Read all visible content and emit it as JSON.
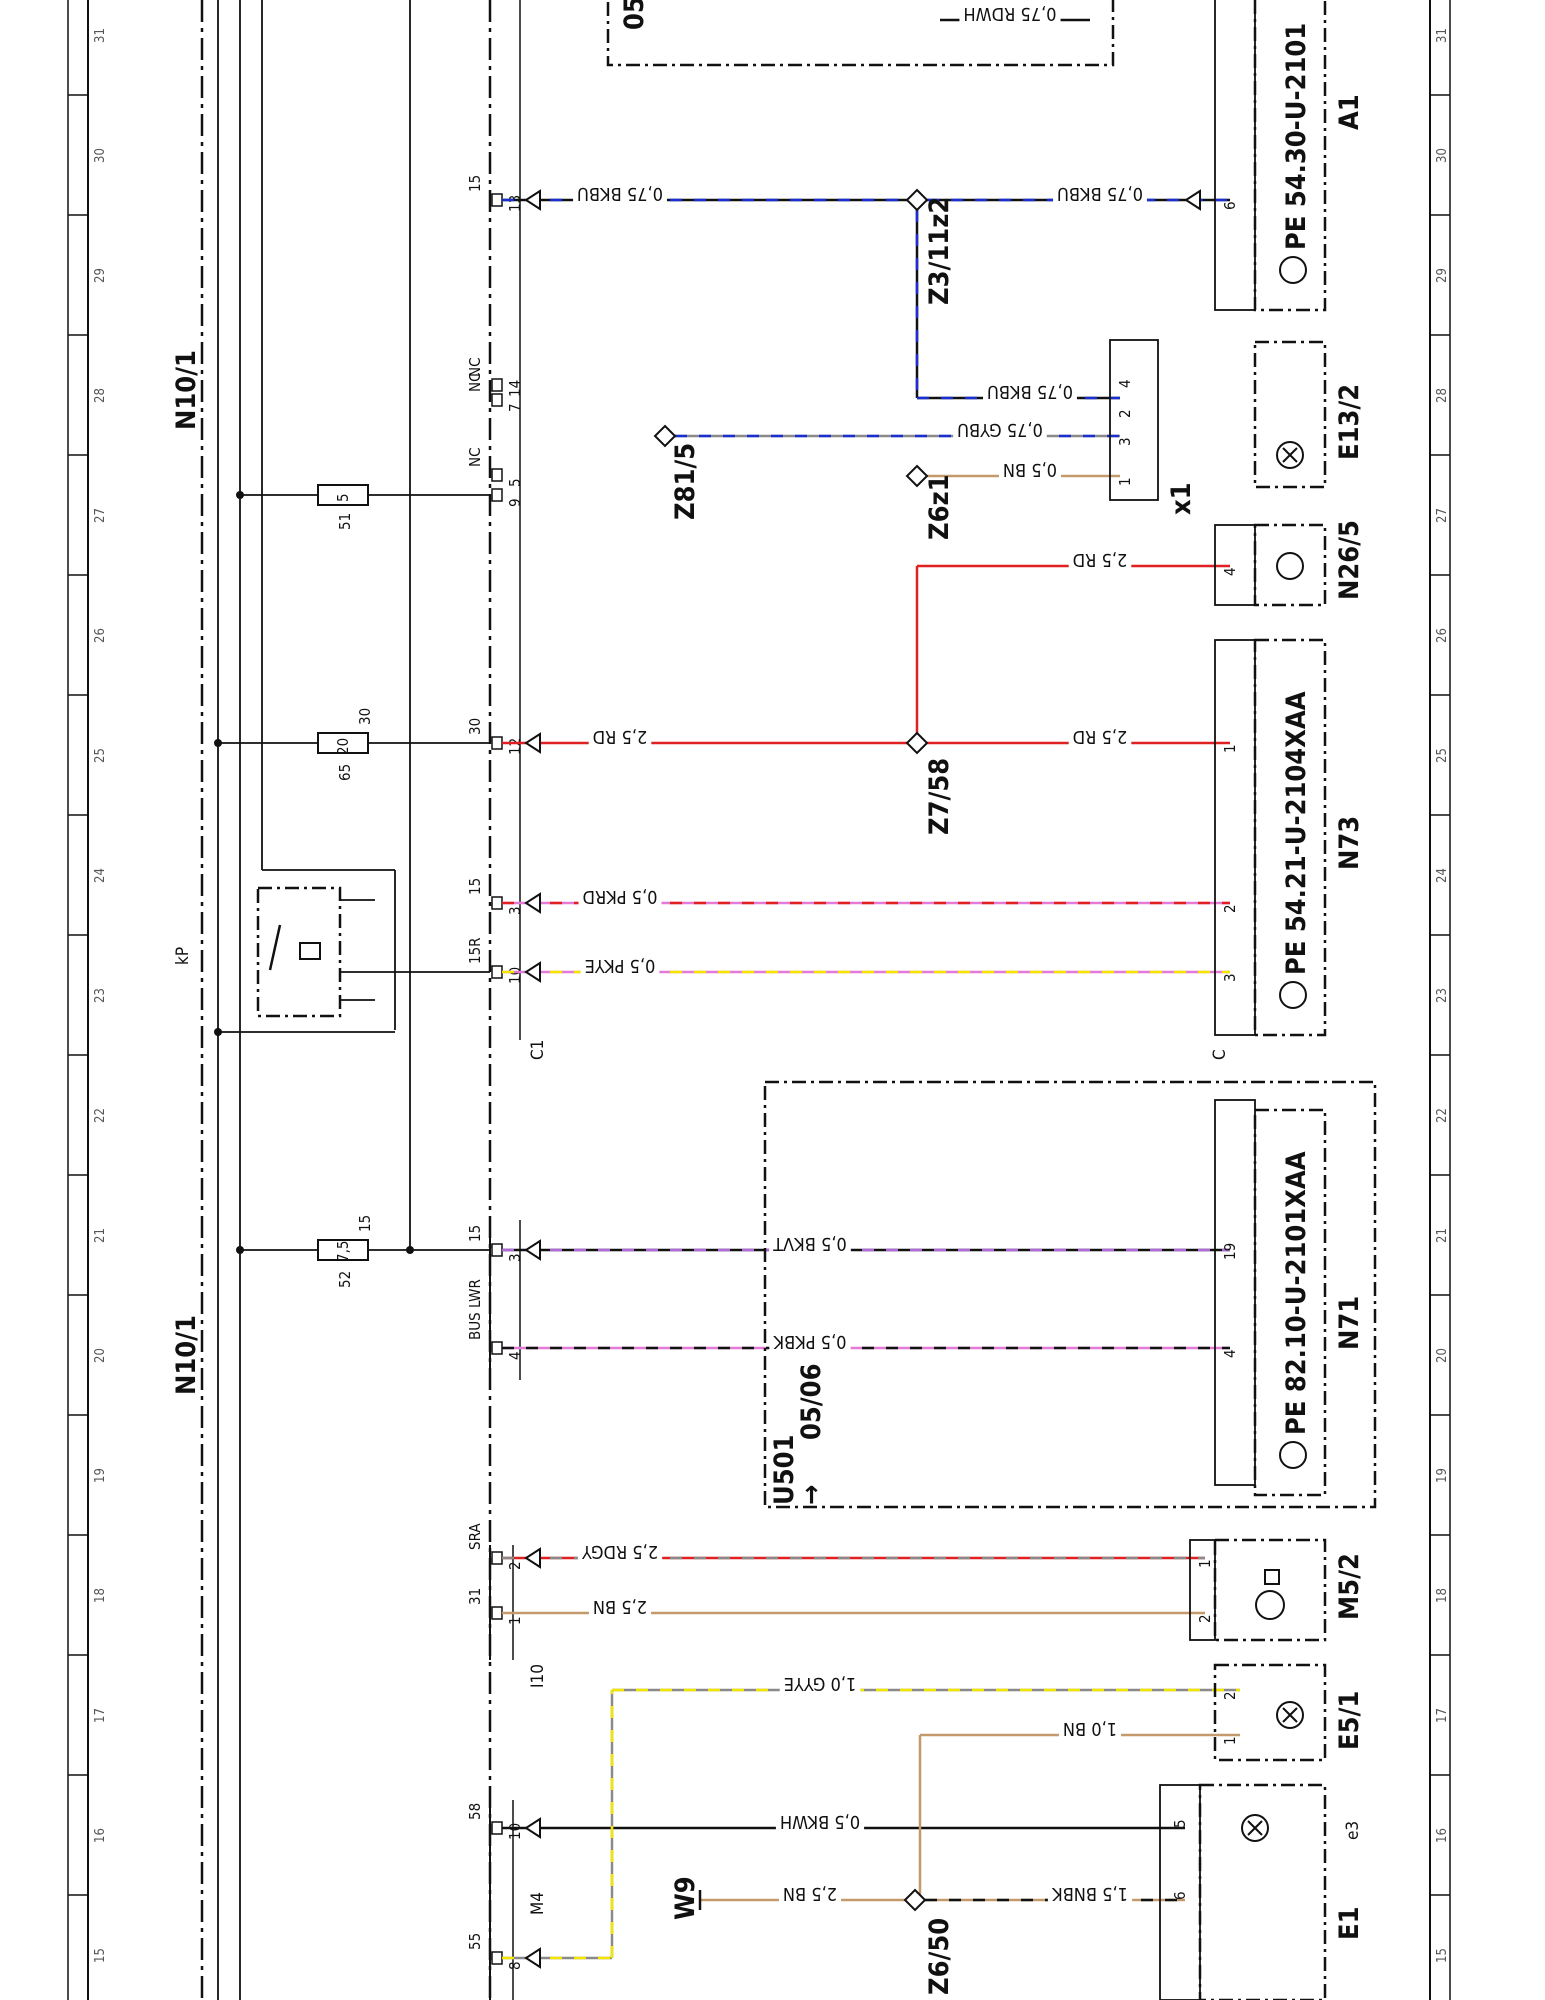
{
  "grid_columns": [
    "15",
    "16",
    "17",
    "18",
    "19",
    "20",
    "21",
    "22",
    "23",
    "24",
    "25",
    "26",
    "27",
    "28",
    "29",
    "30",
    "31"
  ],
  "module_top": "N10/1",
  "module_bottom": "N10/1",
  "kP_label": "kP",
  "fuses": [
    {
      "name": "fuse-52",
      "number": "52",
      "rating": "7,5",
      "circuit": "15"
    },
    {
      "name": "fuse-65",
      "number": "65",
      "rating": "20",
      "circuit": "30"
    },
    {
      "name": "fuse-51",
      "number": "51",
      "rating": "5",
      "circuit": ""
    }
  ],
  "connectors": {
    "m4": "M4",
    "i10": "I10",
    "c1": "C1",
    "c": "C",
    "x1": "x1"
  },
  "pins": [
    {
      "name": "pin-55",
      "signal": "55",
      "pin": "8"
    },
    {
      "name": "pin-58",
      "signal": "58",
      "pin": "10"
    },
    {
      "name": "pin-31",
      "signal": "31",
      "pin": "1"
    },
    {
      "name": "pin-sra",
      "signal": "SRA",
      "pin": "2"
    },
    {
      "name": "pin-bus-lwr",
      "signal": "BUS LWR",
      "pin": "4"
    },
    {
      "name": "pin-15-3",
      "signal": "15",
      "pin": "3"
    },
    {
      "name": "pin-15r",
      "signal": "15R",
      "pin": "10"
    },
    {
      "name": "pin-15-3b",
      "signal": "15",
      "pin": "3"
    },
    {
      "name": "pin-30",
      "signal": "30",
      "pin": "12"
    },
    {
      "name": "pin-9",
      "signal": "",
      "pin": "9"
    },
    {
      "name": "pin-nc5",
      "signal": "NC",
      "pin": "5"
    },
    {
      "name": "pin-nc7",
      "signal": "NC",
      "pin": "7"
    },
    {
      "name": "pin-nc14",
      "signal": "NC",
      "pin": "14"
    },
    {
      "name": "pin-15-13",
      "signal": "15",
      "pin": "13"
    }
  ],
  "wires": [
    {
      "name": "wire-bkwh",
      "label": "0,5 BKWH",
      "colors": [
        "#111111"
      ]
    },
    {
      "name": "wire-bn-10",
      "label": "1,0 BN",
      "colors": [
        "#c49a6c"
      ]
    },
    {
      "name": "wire-gyye",
      "label": "1,0 GYYE",
      "colors": [
        "#8a8a8a",
        "#f2e600"
      ]
    },
    {
      "name": "wire-bn-25",
      "label": "2,5 BN",
      "colors": [
        "#c49a6c"
      ]
    },
    {
      "name": "wire-rdgy",
      "label": "2,5 RDGY",
      "colors": [
        "#e02020",
        "#8a8a8a"
      ]
    },
    {
      "name": "wire-pkbk",
      "label": "0,5 PKBK",
      "colors": [
        "#e27ad6",
        "#111111"
      ]
    },
    {
      "name": "wire-bkvt",
      "label": "0,5 BKVT",
      "colors": [
        "#111111",
        "#b06ad9"
      ]
    },
    {
      "name": "wire-pkye",
      "label": "0,5 PKYE",
      "colors": [
        "#e27ad6",
        "#f2e600"
      ]
    },
    {
      "name": "wire-pkrd",
      "label": "0,5 PKRD",
      "colors": [
        "#e27ad6",
        "#e02020"
      ]
    },
    {
      "name": "wire-rd-left",
      "label": "2,5 RD",
      "colors": [
        "#e02020"
      ]
    },
    {
      "name": "wire-rd-right",
      "label": "2,5 RD",
      "colors": [
        "#e02020"
      ]
    },
    {
      "name": "wire-rd-n26",
      "label": "2,5 RD",
      "colors": [
        "#e02020"
      ]
    },
    {
      "name": "wire-bn-05",
      "label": "0,5 BN",
      "colors": [
        "#c49a6c"
      ]
    },
    {
      "name": "wire-gybu",
      "label": "0,75 GYBU",
      "colors": [
        "#8a8a8a",
        "#1a2fd0"
      ]
    },
    {
      "name": "wire-bkbu-x1",
      "label": "0,75 BKBU",
      "colors": [
        "#111111",
        "#1a2fd0"
      ]
    },
    {
      "name": "wire-bkbu-left",
      "label": "0,75 BKBU",
      "colors": [
        "#111111",
        "#1a2fd0"
      ]
    },
    {
      "name": "wire-bkbu-right",
      "label": "0,75 BKBU",
      "colors": [
        "#111111",
        "#1a2fd0"
      ]
    },
    {
      "name": "wire-rdwh",
      "label": "0,75 RDWH",
      "colors": [
        "#111111"
      ]
    },
    {
      "name": "wire-w9",
      "label": "2,5 BN",
      "colors": [
        "#c49a6c"
      ]
    },
    {
      "name": "wire-bnbk",
      "label": "1,5 BNBK",
      "colors": [
        "#c49a6c",
        "#111111"
      ]
    }
  ],
  "splices": {
    "z6_50": "Z6/50",
    "z7_58": "Z7/58",
    "z3_11z2": "Z3/11z2",
    "z6z1": "Z6z1",
    "z81_5": "Z81/5",
    "w9": "W9"
  },
  "components": {
    "e1": "E1",
    "e3": "e3",
    "e5_1": "E5/1",
    "m5_2": "M5/2",
    "n71": "N71",
    "n71_ref": "PE  82.10-U-2101XAA",
    "n73": "N73",
    "n73_ref": "PE  54.21-U-2104XAA",
    "n26_5": "N26/5",
    "e13_2": "E13/2",
    "a1": "A1",
    "a1_ref": "PE  54.30-U-2101",
    "u501": "U501",
    "u501_ref": "05/06",
    "top_ref": "05"
  },
  "component_pins": {
    "e1": "6",
    "e3": "5",
    "e5_1_a": "1",
    "e5_1_b": "2",
    "m5_2_a": "2",
    "m5_2_b": "1",
    "n71_a": "4",
    "n71_b": "19",
    "n73_a": "3",
    "n73_b": "2",
    "n73_c": "1",
    "n26_5": "4",
    "x1_1": "1",
    "x1_3": "3",
    "x1_2": "2",
    "x1_4": "4",
    "a1": "6"
  }
}
